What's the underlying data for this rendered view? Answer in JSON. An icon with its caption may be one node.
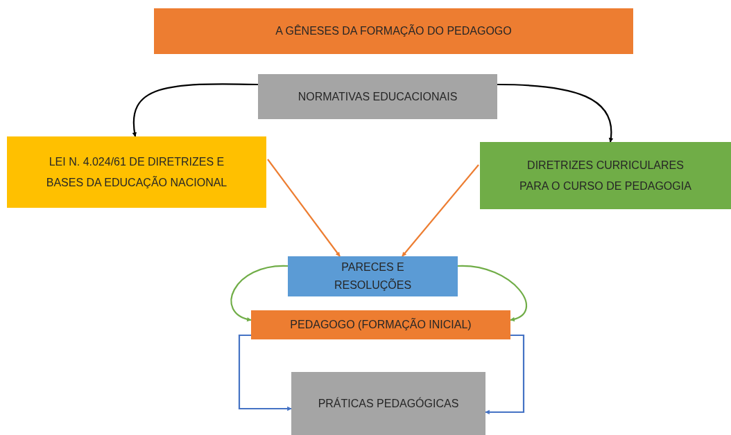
{
  "diagram": {
    "nodes": [
      {
        "text": [
          "A GÊNESES DA FORMAÇÃO DO PEDAGOGO"
        ]
      },
      {
        "text": [
          "NORMATIVAS EDUCACIONAIS"
        ]
      },
      {
        "text": [
          "LEI N. 4.024/61 DE DIRETRIZES E BASES DA EDUCAÇÃO NACIONAL"
        ]
      },
      {
        "text": [
          "DIRETRIZES CURRICULARES PARA O CURSO DE PEDAGOGIA"
        ]
      },
      {
        "text": [
          "PARECES E RESOLUÇÕES"
        ]
      },
      {
        "text": [
          "PEDAGOGO (FORMAÇÃO INICIAL)"
        ]
      },
      {
        "text": [
          "PRÁTICAS PEDAGÓGICAS"
        ]
      }
    ],
    "edges": [
      {
        "from": 1,
        "to": 2,
        "arrow": "to",
        "color": "#000000"
      },
      {
        "from": 1,
        "to": 3,
        "arrow": "to",
        "color": "#000000"
      },
      {
        "from": 2,
        "to": 4,
        "arrow": "to",
        "color": "#ed7d31"
      },
      {
        "from": 3,
        "to": 4,
        "arrow": "to",
        "color": "#ed7d31"
      },
      {
        "from": 4,
        "to": 5,
        "arrow": "to",
        "color": "#70ad47"
      },
      {
        "from": 4,
        "to": 5,
        "arrow": "to",
        "color": "#70ad47"
      },
      {
        "from": 5,
        "to": 6,
        "arrow": "to",
        "color": "#4472c4"
      },
      {
        "from": 5,
        "to": 6,
        "arrow": "to",
        "color": "#4472c4"
      }
    ]
  }
}
